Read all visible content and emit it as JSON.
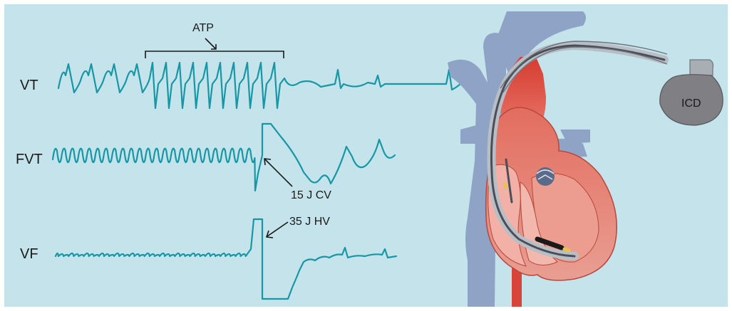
{
  "rhythms": {
    "vt": {
      "label": "VT"
    },
    "fvt": {
      "label": "FVT"
    },
    "vf": {
      "label": "VF"
    }
  },
  "annotations": {
    "atp": "ATP",
    "cv": "15 J CV",
    "hv": "35 J HV"
  },
  "device": {
    "label": "ICD"
  },
  "colors": {
    "background": "#c5e3ea",
    "trace": "#1797a6",
    "vein": "#8fa3c6",
    "artery": "#d8443a",
    "heart_outer": "#e07a6e",
    "heart_inner": "#f2b0a6",
    "device": "#7f7f84"
  }
}
